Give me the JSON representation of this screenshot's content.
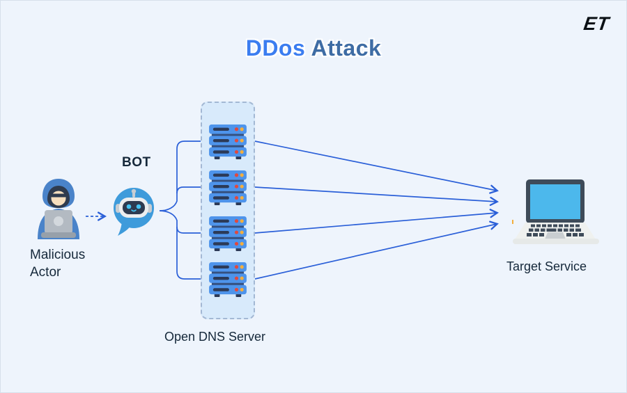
{
  "title": {
    "part1": "DDos",
    "part2": "Attack"
  },
  "logo": {
    "text": "ET"
  },
  "diagram": {
    "actor": {
      "label_line1": "Malicious",
      "label_line2": "Actor"
    },
    "bot": {
      "label": "BOT"
    },
    "dns_box": {
      "label": "Open DNS Server",
      "server_count": 4
    },
    "target": {
      "label": "Target Service"
    }
  },
  "colors": {
    "background": "#EEF4FC",
    "title_primary": "#3B7DF0",
    "title_secondary": "#3E6CA4",
    "connector_blue": "#2A5FD8",
    "dns_box_fill": "#D8EAFB",
    "dns_box_border": "#A3B8D4",
    "server_blue": "#4E94EB",
    "server_led_red": "#E0493E",
    "server_led_yellow": "#F3AE3D",
    "bot_bubble_blue": "#3E9BDB",
    "target_screen_blue": "#4CB8EC",
    "label_text": "#15283A"
  }
}
